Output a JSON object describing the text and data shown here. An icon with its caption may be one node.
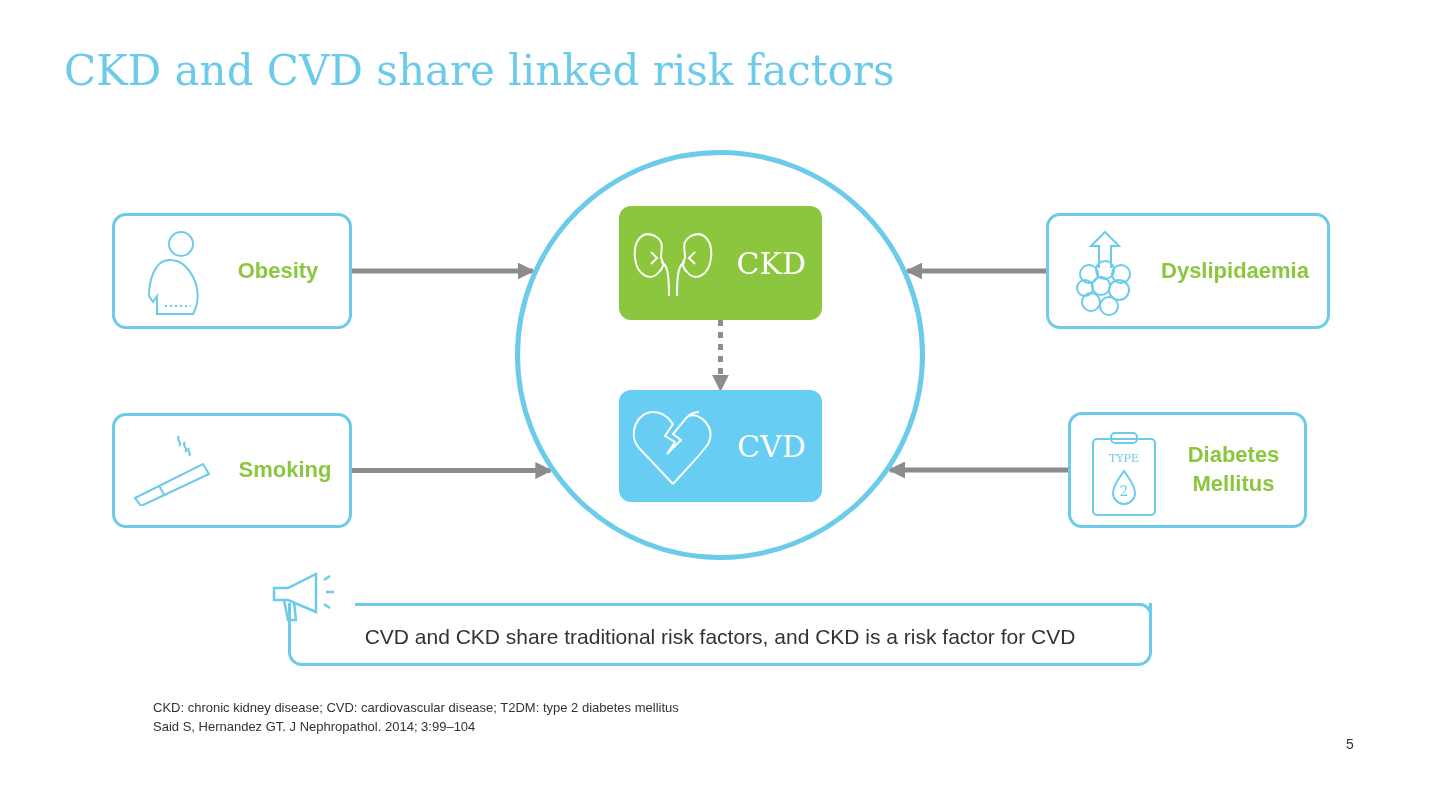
{
  "diagram": {
    "title": "CKD and CVD share linked risk factors",
    "nodes": [
      {
        "text": [
          "Obesity"
        ]
      },
      {
        "text": [],
        "shape": "circle"
      },
      {
        "text": [
          "CKD"
        ],
        "in": 1
      },
      {
        "text": [
          "Dyslipidaemia"
        ]
      },
      {
        "text": [
          "CVD"
        ],
        "in": 1
      },
      {
        "text": [
          "Smoking"
        ]
      },
      {
        "text": [
          "Diabetes Mellitus"
        ]
      },
      {
        "text": [
          "CVD and CKD share traditional risk factors, and CKD is a risk factor for CVD"
        ]
      }
    ],
    "edges": [
      {
        "from": 0,
        "to": 1,
        "arrow": "to"
      },
      {
        "from": 3,
        "to": 1,
        "arrow": "to"
      },
      {
        "from": 2,
        "to": 4,
        "arrow": "to",
        "style": "dashed"
      },
      {
        "from": 5,
        "to": 1,
        "arrow": "to"
      },
      {
        "from": 6,
        "to": 1,
        "arrow": "to"
      }
    ],
    "labels": [
      "TYPE",
      "2",
      "CKD: chronic kidney disease; CVD: cardiovascular disease; T2DM: type 2 diabetes mellitus",
      "Said S, Hernandez GT. J Nephropathol. 2014; 3:99–104",
      "5"
    ]
  }
}
